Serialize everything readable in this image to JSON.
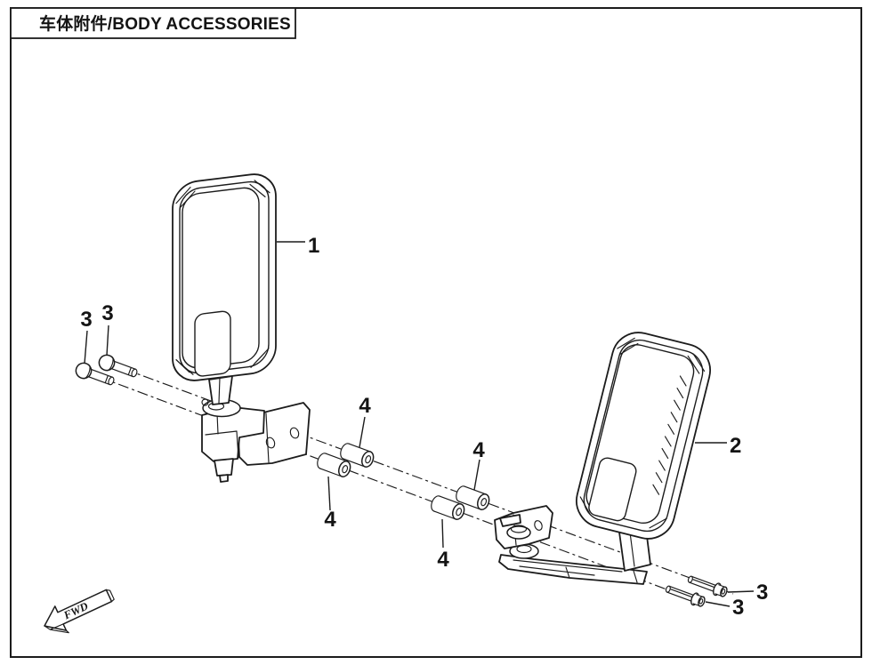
{
  "title": "车体附件/BODY ACCESSORIES",
  "direction_indicator": "FWD",
  "callouts": {
    "mirror_left": "1",
    "mirror_right": "2",
    "bolt_left_upper": "3",
    "bolt_left_lower": "3",
    "bolt_right_upper": "3",
    "bolt_right_lower": "3",
    "spacer_left_upper": "4",
    "spacer_left_lower": "4",
    "spacer_right_upper": "4",
    "spacer_right_lower": "4"
  },
  "colors": {
    "line": "#1c1c1c",
    "background": "#ffffff"
  }
}
